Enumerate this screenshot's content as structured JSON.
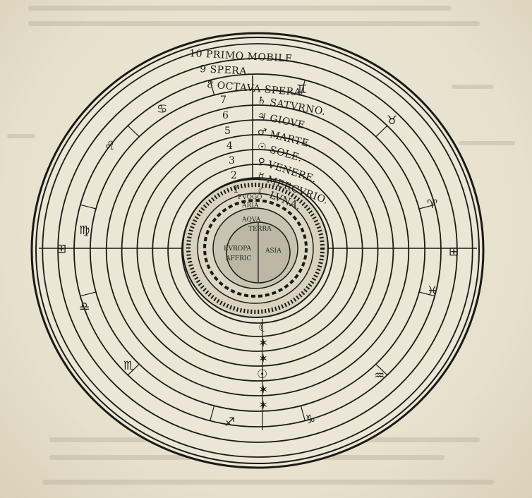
{
  "diagram": {
    "spheres": [
      {
        "number": "10",
        "name": "PRIMO MOBILE."
      },
      {
        "number": "9",
        "name": "SPERA."
      },
      {
        "number": "8",
        "name": "OCTAVA SPERA."
      },
      {
        "number": "7",
        "symbol": "♄",
        "name": "SATVRNO."
      },
      {
        "number": "6",
        "symbol": "♃",
        "name": "GIOVE."
      },
      {
        "number": "5",
        "symbol": "♂",
        "name": "MARTE."
      },
      {
        "number": "4",
        "symbol": "☉",
        "name": "SOLE."
      },
      {
        "number": "3",
        "symbol": "♀",
        "name": "VENERE."
      },
      {
        "number": "2",
        "symbol": "☿",
        "name": "MERCVRIO."
      },
      {
        "number": "1",
        "symbol": "☾",
        "name": "LVNA."
      }
    ],
    "elements": {
      "fire": "FVOGO",
      "air": "ARIA",
      "water": "AQVA",
      "earth": "TERRA",
      "continents": [
        "EVROPA",
        "AFFRIC",
        "ASIA"
      ]
    },
    "zodiac": [
      "♋",
      "♌",
      "♍",
      "♎",
      "♏",
      "♐",
      "♑",
      "♒",
      "♓",
      "♈",
      "♉",
      "♊"
    ],
    "axis_marks": {
      "left": "⊞",
      "right": "⊞"
    },
    "ink_color": "#1c1a16",
    "paper_color": "#e9e4d3"
  }
}
